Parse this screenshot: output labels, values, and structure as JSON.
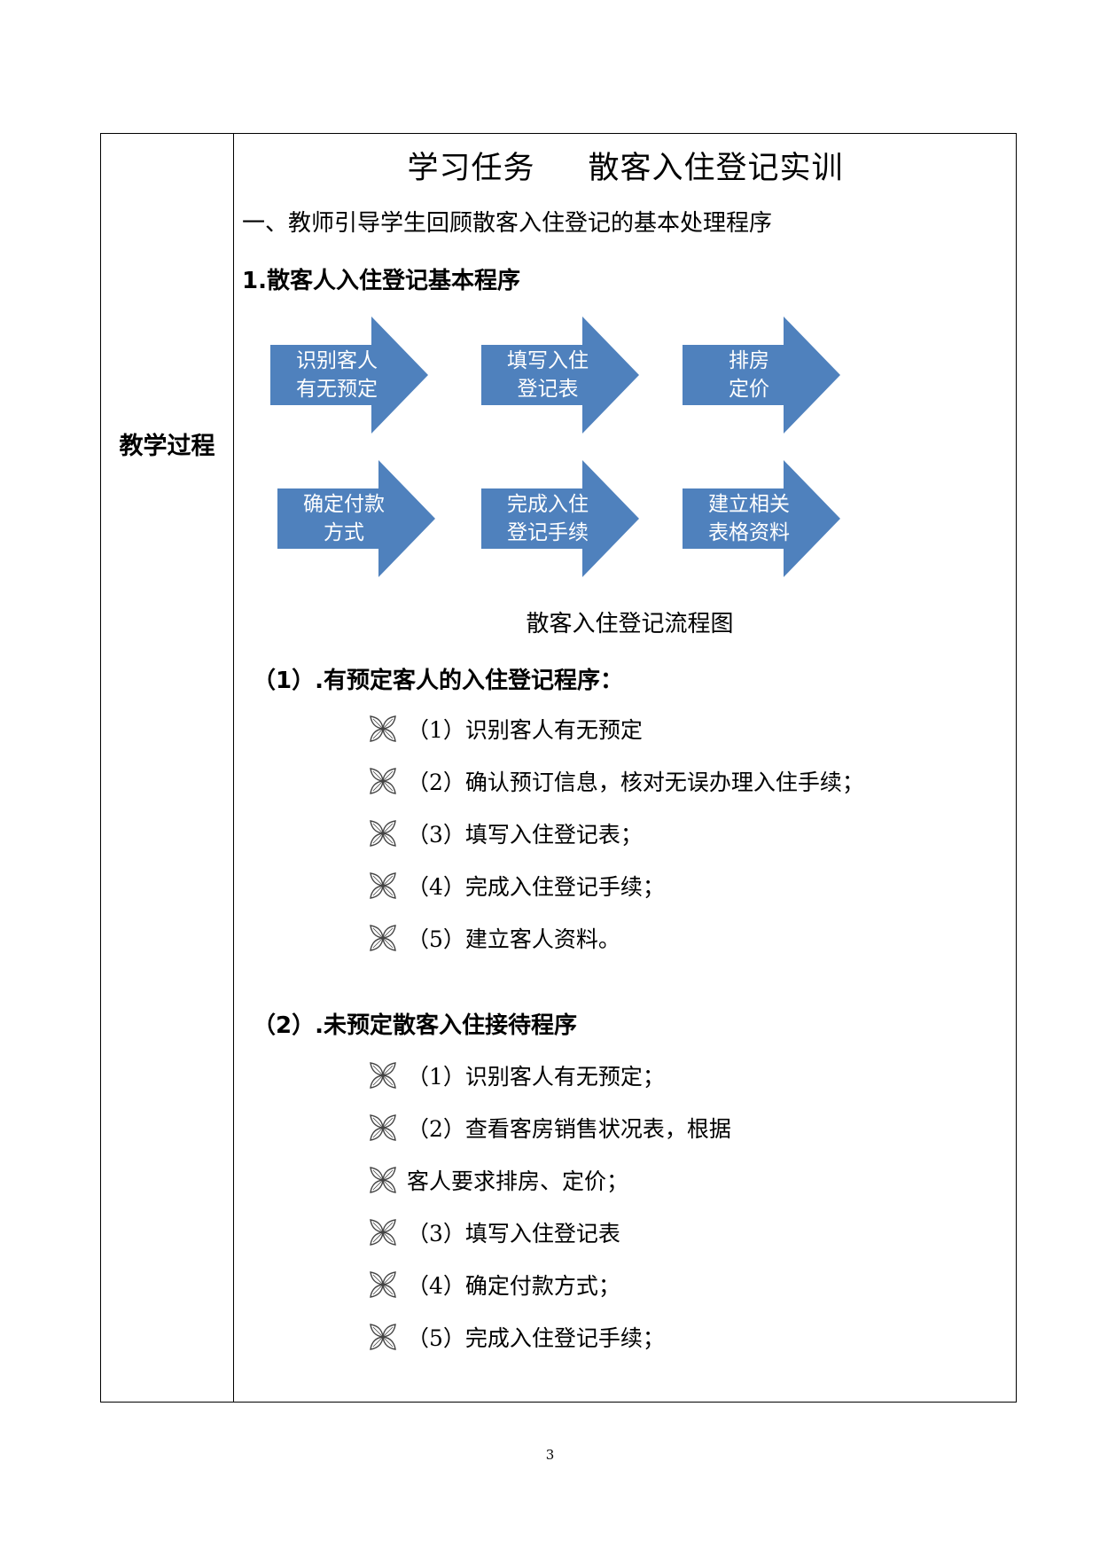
{
  "table": {
    "side_label": "教学过程",
    "title_part1": "学习任务",
    "title_part2": "散客入住登记实训",
    "section_heading": "一、教师引导学生回顾散客入住登记的基本处理程序",
    "subheading": "1.散客人入住登记基本程序",
    "flowchart": {
      "color": "#4f81bd",
      "steps": [
        {
          "line1": "识别客人",
          "line2": "有无预定"
        },
        {
          "line1": "填写入住",
          "line2": "登记表"
        },
        {
          "line1": "排房",
          "line2": "定价"
        },
        {
          "line1": "确定付款",
          "line2": "方式"
        },
        {
          "line1": "完成入住",
          "line2": "登记手续"
        },
        {
          "line1": "建立相关",
          "line2": "表格资料"
        }
      ],
      "caption": "散客入住登记流程图"
    },
    "reserved": {
      "heading": "（1）.有预定客人的入住登记程序：",
      "items": [
        "（1）识别客人有无预定",
        "（2）确认预订信息，核对无误办理入住手续；",
        "（3）填写入住登记表；",
        "（4）完成入住登记手续；",
        "（5）建立客人资料。"
      ]
    },
    "walkin": {
      "heading": "（2）.未预定散客入住接待程序",
      "items": [
        "（1）识别客人有无预定；",
        "（2）查看客房销售状况表，根据",
        "客人要求排房、定价；",
        "（3）填写入住登记表",
        "（4）确定付款方式；",
        "（5）完成入住登记手续；"
      ]
    },
    "bullet_icon": "four-petal-flower-icon"
  },
  "page_number": "3"
}
